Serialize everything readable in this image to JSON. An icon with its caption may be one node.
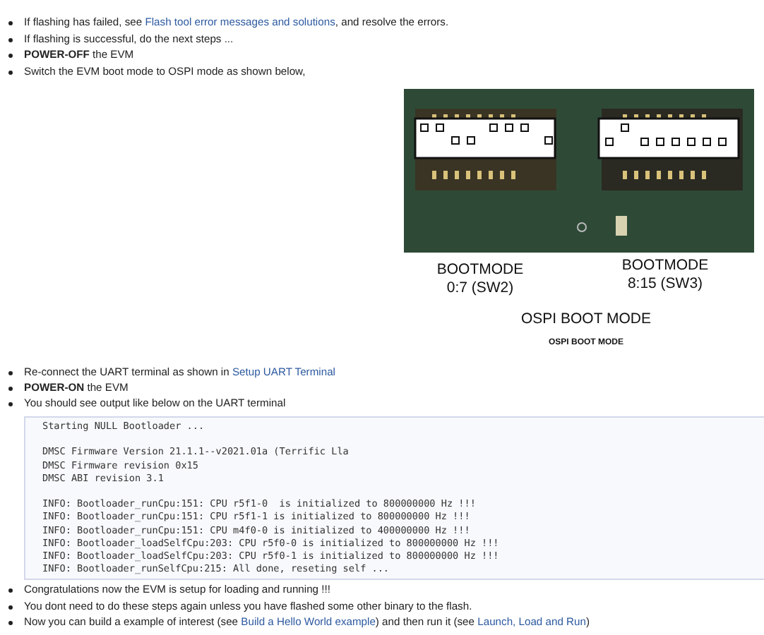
{
  "diagram": {
    "labels": [
      "If flashing has failed, see",
      "Flash tool error messages and solutions",
      ", and resolve the errors.",
      "If flashing is successful, do the next steps ...",
      "**POWER-OFF** the EVM",
      "Switch the EVM boot mode to OSPI mode as shown below,",
      "BOOTMODE 0:7 (SW2)",
      "BOOTMODE 8:15 (SW3)",
      "OSPI BOOT MODE",
      "OSPI BOOT MODE",
      "Re-connect the UART terminal as shown in",
      "Setup UART Terminal",
      "**POWER-ON** the EVM",
      "You should see output like below on the UART terminal",
      "Starting NULL Bootloader ...",
      "DMSC Firmware Version 21.1.1--v2021.01a (Terrific Lla",
      "DMSC Firmware revision 0x15",
      "DMSC ABI revision 3.1",
      "INFO: Bootloader_runCpu:151: CPU r5f1-0  is initialized to 800000000 Hz !!!",
      "INFO: Bootloader_runCpu:151: CPU r5f1-1 is initialized to 800000000 Hz !!!",
      "INFO: Bootloader_runCpu:151: CPU m4f0-0 is initialized to 400000000 Hz !!!",
      "INFO: Bootloader_loadSelfCpu:203: CPU r5f0-0 is initialized to 800000000 Hz !!!",
      "INFO: Bootloader_loadSelfCpu:203: CPU r5f0-1 is initialized to 800000000 Hz !!!",
      "INFO: Bootloader_runSelfCpu:215: All done, reseting self ...",
      "Congratulations now the EVM is setup for loading and running !!!",
      "You dont need to do these steps again unless you have flashed some other binary to the flash.",
      "Now you can build a example of interest (see",
      "Build a Hello World example",
      ") and then run it (see",
      "Launch, Load and Run",
      ")"
    ]
  }
}
